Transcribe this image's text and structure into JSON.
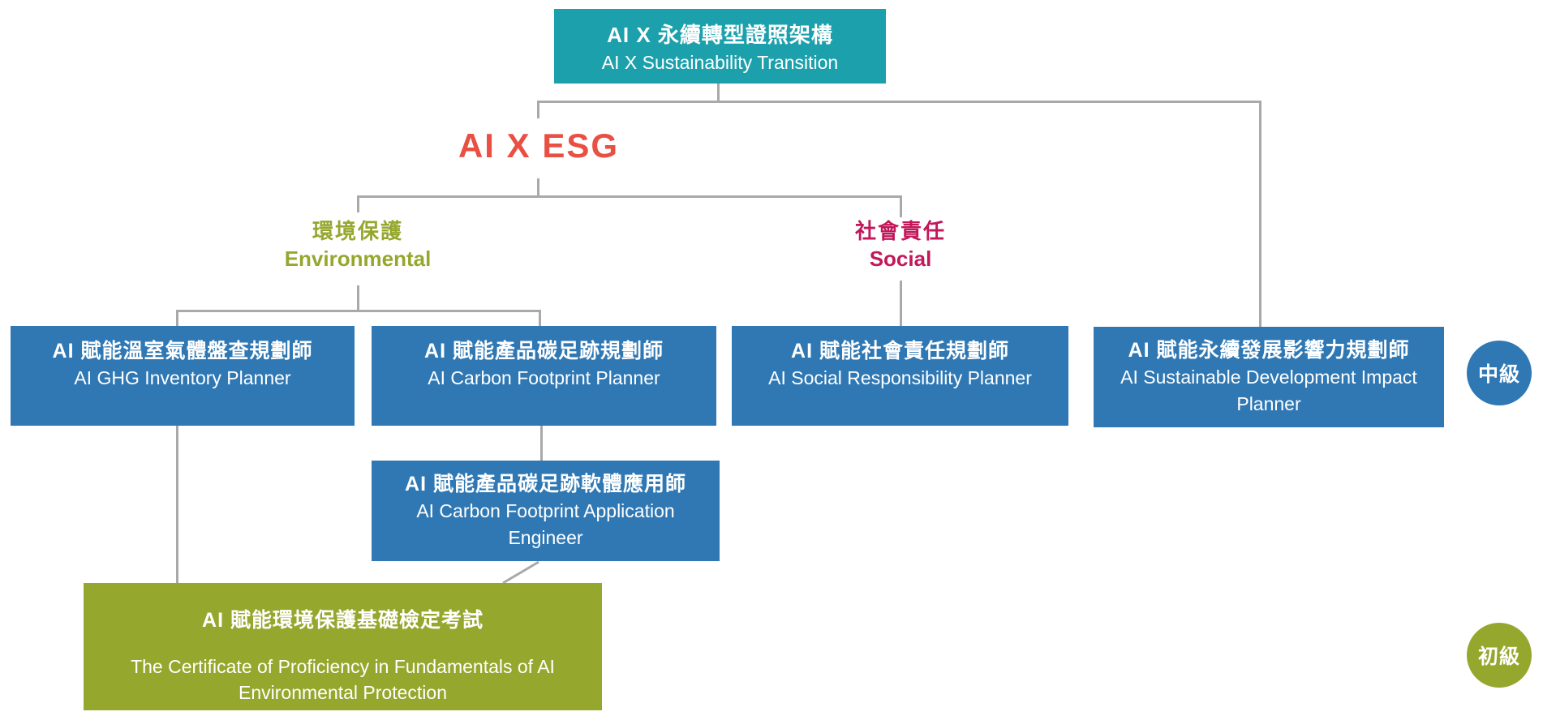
{
  "root_box": {
    "zh": "AI X 永續轉型證照架構",
    "en": "AI X Sustainability Transition"
  },
  "esg_title": "AI X ESG",
  "categories": {
    "environmental": {
      "zh": "環境保護",
      "en": "Environmental"
    },
    "social": {
      "zh": "社會責任",
      "en": "Social"
    }
  },
  "certifications": {
    "ghg_inventory": {
      "zh": "AI 賦能溫室氣體盤查規劃師",
      "en": "AI GHG Inventory Planner"
    },
    "carbon_footprint": {
      "zh": "AI 賦能產品碳足跡規劃師",
      "en": "AI Carbon Footprint Planner"
    },
    "social_responsibility": {
      "zh": "AI 賦能社會責任規劃師",
      "en": "AI Social Responsibility Planner"
    },
    "sustainable_impact": {
      "zh": "AI 賦能永續發展影響力規劃師",
      "en": "AI Sustainable Development Impact Planner"
    },
    "carbon_app_engineer": {
      "zh": "AI 賦能產品碳足跡軟體應用師",
      "en": "AI Carbon Footprint Application Engineer"
    },
    "env_fundamentals_exam": {
      "zh": "AI 賦能環境保護基礎檢定考試",
      "en": "The Certificate of Proficiency in Fundamentals of AI Environmental Protection"
    }
  },
  "levels": {
    "intermediate": "中級",
    "beginner": "初級"
  },
  "colors": {
    "teal": "#1CA1AC",
    "blue": "#2F78B4",
    "olive": "#96A72E",
    "red": "#E85043",
    "crimson": "#C2185B",
    "line": "#A9A9A9",
    "white": "#FFFFFF"
  }
}
